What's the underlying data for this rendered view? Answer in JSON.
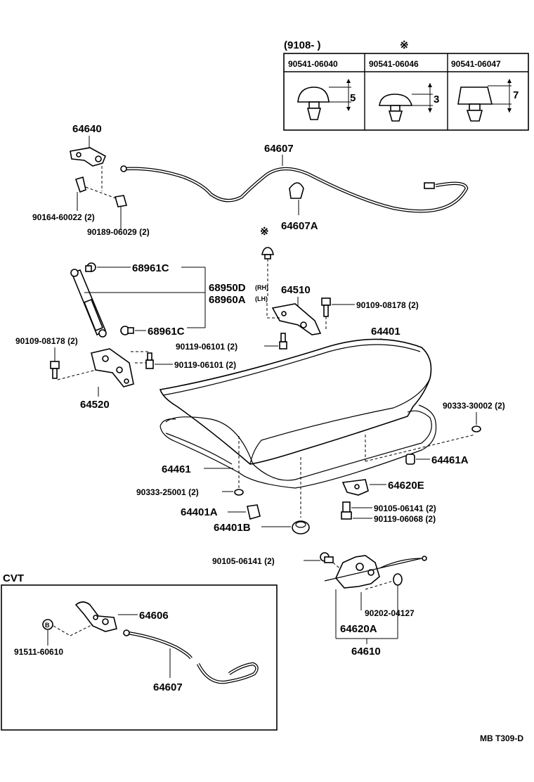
{
  "table": {
    "date_range": "(9108-        )",
    "marker": "※",
    "columns": [
      {
        "part": "90541-06040",
        "dim": "5"
      },
      {
        "part": "90541-06046",
        "dim": "3"
      },
      {
        "part": "90541-06047",
        "dim": "7"
      }
    ]
  },
  "parts": {
    "p64640": "64640",
    "p64607_top": "64607",
    "p64607A": "64607A",
    "p90164": "90164-60022 (2)",
    "p90189": "90189-06029 (2)",
    "marker_mid": "※",
    "p68961C_top": "68961C",
    "p68950D": "68950D",
    "p68950D_side": "(RH)",
    "p68960A": "68960A",
    "p68960A_side": "(LH)",
    "p64510": "64510",
    "p90109_right": "90109-08178 (2)",
    "p68961C_bot": "68961C",
    "p90109_left": "90109-08178 (2)",
    "p90119_a": "90119-06101 (2)",
    "p90119_b": "90119-06101 (2)",
    "p64401": "64401",
    "p64520": "64520",
    "p90333_30002": "90333-30002 (2)",
    "p64461": "64461",
    "p64461A": "64461A",
    "p64620E": "64620E",
    "p90333_25001": "90333-25001 (2)",
    "p64401A": "64401A",
    "p90105_right": "90105-06141 (2)",
    "p90119_06068": "90119-06068 (2)",
    "p64401B": "64401B",
    "p90105_left": "90105-06141 (2)",
    "cvt": "CVT",
    "p64606": "64606",
    "p91511": "91511-60610",
    "p64607_cvt": "64607",
    "p90202": "90202-04127",
    "p64620A": "64620A",
    "p64610": "64610",
    "footer": "MB T309-D"
  },
  "icons": {
    "circle_b": "B"
  }
}
